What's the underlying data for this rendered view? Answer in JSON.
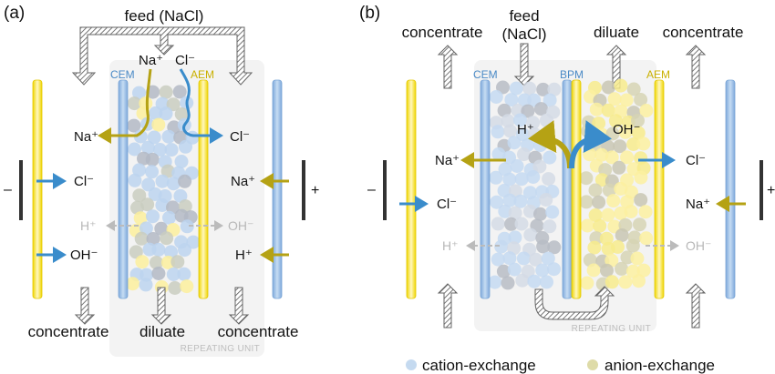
{
  "colors": {
    "cation_blue": "#a8c8ec",
    "anion_yellow": "#f6e98a",
    "cem_blue": "#8fb6e3",
    "aem_yellow": "#f4e25a",
    "na_arrow": "#b5a214",
    "cl_arrow": "#3a8ccb",
    "electrode": "#333333",
    "faint": "#bbbbbb",
    "unit_bg": "#f3f3f3"
  },
  "panel_a": {
    "label": "(a)",
    "feed": "feed (NaCl)",
    "membranes": {
      "cem": "CEM",
      "aem": "AEM"
    },
    "ions_top": {
      "na": "Na⁺",
      "cl": "Cl⁻"
    },
    "out_left_na": "Na⁺",
    "out_right_cl": "Cl⁻",
    "left_cl": "Cl⁻",
    "left_oh": "OH⁻",
    "right_na": "Na⁺",
    "right_h": "H⁺",
    "faint_h": "H⁺",
    "faint_oh": "OH⁻",
    "minus": "–",
    "plus": "+",
    "outputs": [
      "concentrate",
      "diluate",
      "concentrate"
    ],
    "unit": "REPEATING UNIT"
  },
  "panel_b": {
    "label": "(b)",
    "feed_line1": "feed",
    "feed_line2": "(NaCl)",
    "top_outputs": [
      "concentrate",
      "diluate",
      "concentrate"
    ],
    "membranes": {
      "cem": "CEM",
      "bpm": "BPM",
      "aem": "AEM"
    },
    "split_h": "H⁺",
    "split_oh": "OH⁻",
    "out_na": "Na⁺",
    "out_cl": "Cl⁻",
    "left_cl": "Cl⁻",
    "right_na": "Na⁺",
    "faint_h": "H⁺",
    "faint_oh": "OH⁻",
    "minus": "–",
    "plus": "+",
    "unit": "REPEATING UNIT"
  },
  "legend": {
    "items": [
      {
        "label": "cation-exchange",
        "color": "#c5daf0"
      },
      {
        "label": "anion-exchange",
        "color": "#dedba8"
      }
    ]
  }
}
